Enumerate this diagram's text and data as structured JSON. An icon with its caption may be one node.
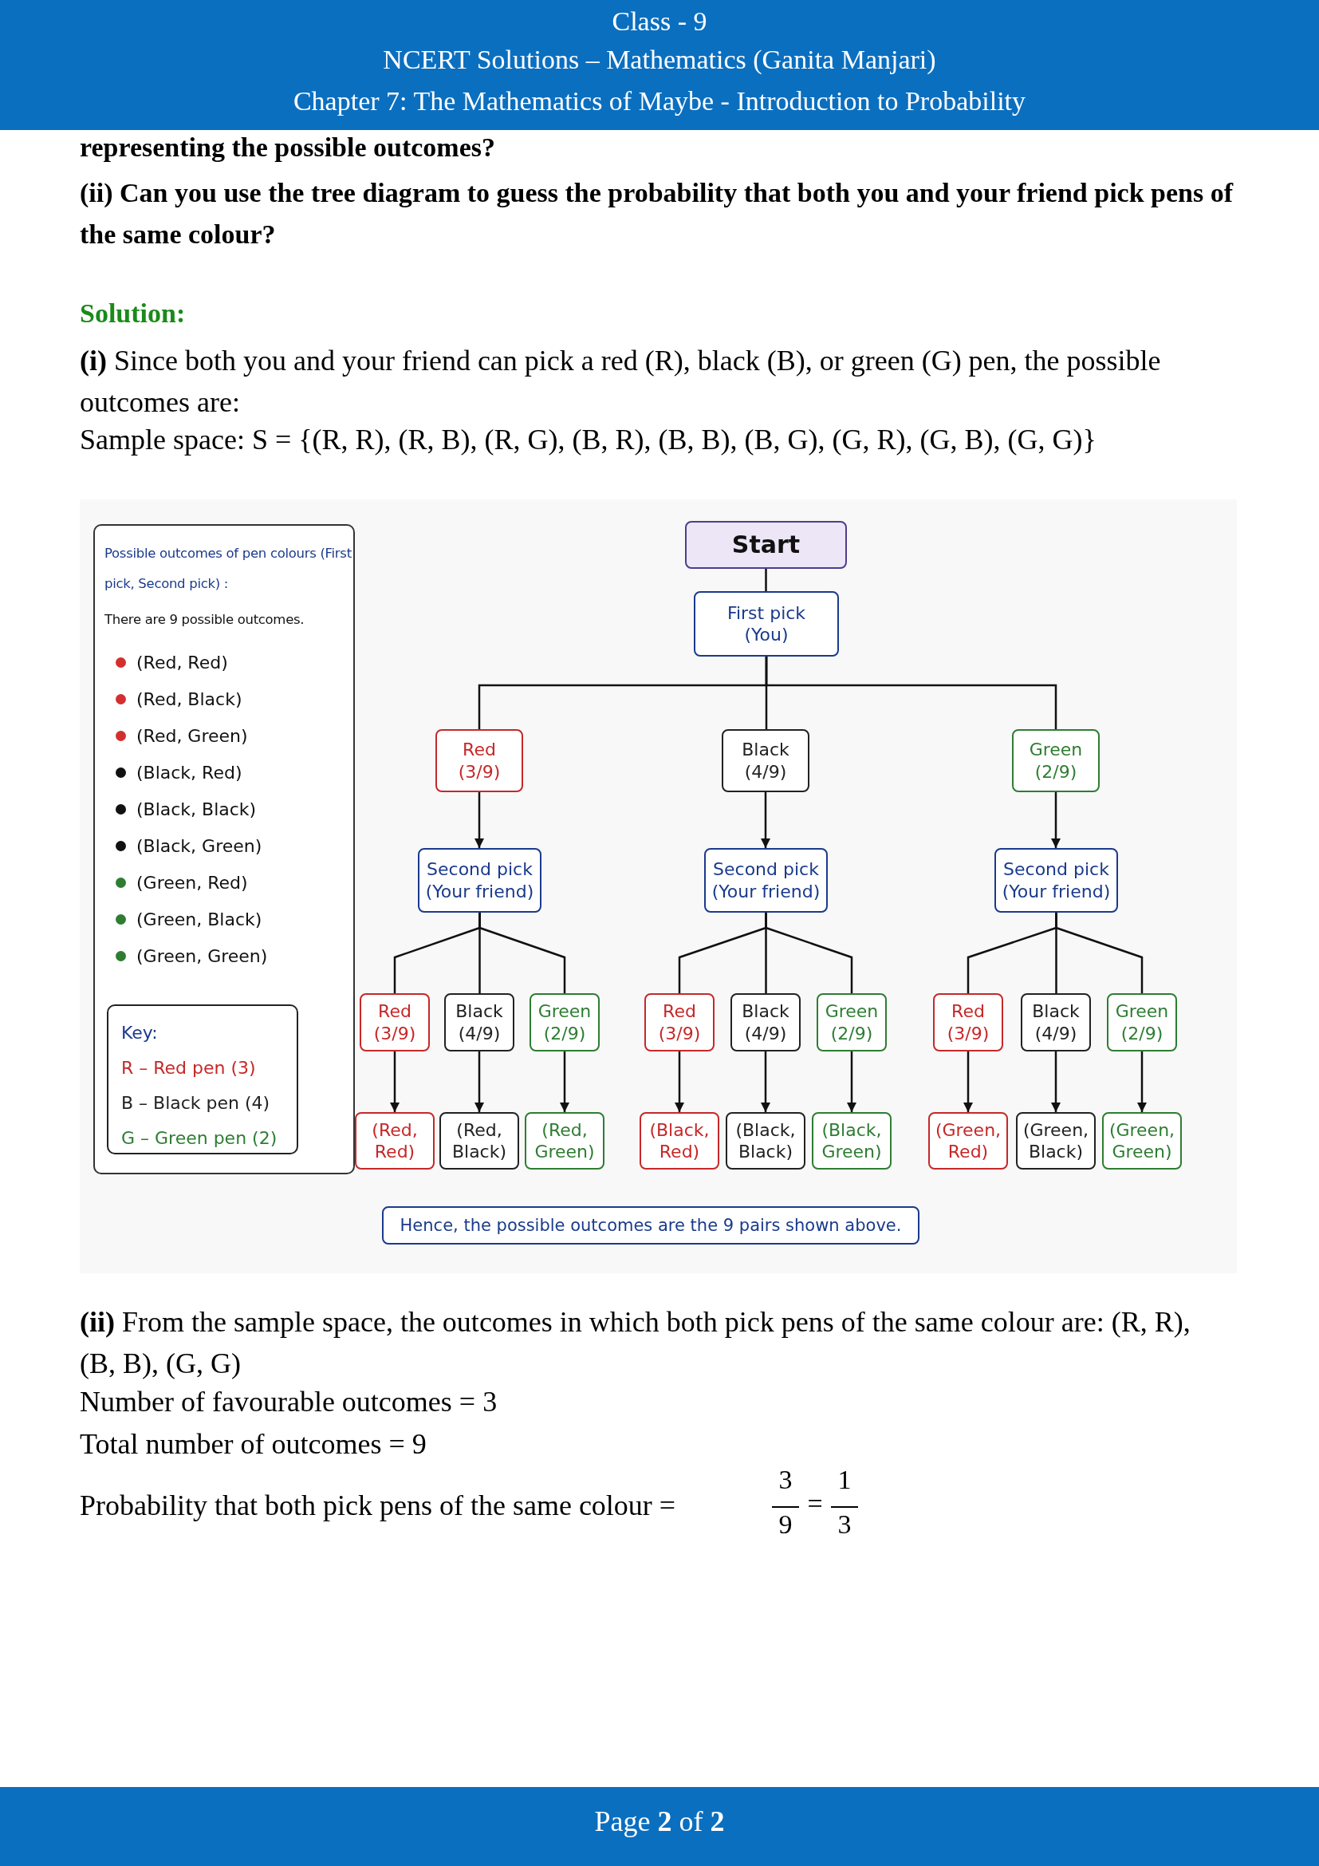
{
  "diagram": {
    "nodes": [
      {
        "text": [
          "Possible outcomes of pen colours (First pick, Second pick) :",
          "There are 9 possible outcomes."
        ]
      },
      {
        "text": [
          "Key:",
          "R – Red pen (3)",
          "B – Black pen (4)",
          "G – Green pen (2)"
        ],
        "in": 0
      },
      {
        "text": [
          "Start"
        ]
      },
      {
        "text": [
          "First pick",
          "(You)"
        ]
      },
      {
        "text": [
          "Red",
          "(3/9)"
        ]
      },
      {
        "text": [
          "Black",
          "(4/9)"
        ]
      },
      {
        "text": [
          "Green",
          "(2/9)"
        ]
      },
      {
        "text": [
          "Second pick",
          "(Your friend)"
        ]
      },
      {
        "text": [
          "Second pick",
          "(Your friend)"
        ]
      },
      {
        "text": [
          "Second pick",
          "(Your friend)"
        ]
      },
      {
        "text": [
          "Red",
          "(3/9)"
        ]
      },
      {
        "text": [
          "Black",
          "(4/9)"
        ]
      },
      {
        "text": [
          "Green",
          "(2/9)"
        ]
      },
      {
        "text": [
          "Red",
          "(3/9)"
        ]
      },
      {
        "text": [
          "Black",
          "(4/9)"
        ]
      },
      {
        "text": [
          "Green",
          "(2/9)"
        ]
      },
      {
        "text": [
          "Red",
          "(3/9)"
        ]
      },
      {
        "text": [
          "Black",
          "(4/9)"
        ]
      },
      {
        "text": [
          "Green",
          "(2/9)"
        ]
      },
      {
        "text": [
          "(Red, Red)"
        ]
      },
      {
        "text": [
          "(Red, Black)"
        ]
      },
      {
        "text": [
          "(Red, Green)"
        ]
      },
      {
        "text": [
          "(Black, Red)"
        ]
      },
      {
        "text": [
          "(Black, Black)"
        ]
      },
      {
        "text": [
          "(Black, Green)"
        ]
      },
      {
        "text": [
          "(Green, Red)"
        ]
      },
      {
        "text": [
          "(Green, Black)"
        ]
      },
      {
        "text": [
          "(Green, Green)"
        ]
      },
      {
        "text": [
          "Hence, the possible outcomes are the 9 pairs shown above."
        ]
      }
    ],
    "edges": [
      {
        "from": 2,
        "to": 3,
        "arrow": "none"
      },
      {
        "from": 3,
        "to": 4,
        "arrow": "none"
      },
      {
        "from": 3,
        "to": 5,
        "arrow": "none"
      },
      {
        "from": 3,
        "to": 6,
        "arrow": "none"
      },
      {
        "from": 4,
        "to": 7,
        "arrow": "to"
      },
      {
        "from": 5,
        "to": 8,
        "arrow": "to"
      },
      {
        "from": 6,
        "to": 9,
        "arrow": "to"
      },
      {
        "from": 7,
        "to": 10,
        "arrow": "none"
      },
      {
        "from": 7,
        "to": 11,
        "arrow": "none"
      },
      {
        "from": 7,
        "to": 12,
        "arrow": "none"
      },
      {
        "from": 8,
        "to": 13,
        "arrow": "none"
      },
      {
        "from": 8,
        "to": 14,
        "arrow": "none"
      },
      {
        "from": 8,
        "to": 15,
        "arrow": "none"
      },
      {
        "from": 9,
        "to": 16,
        "arrow": "none"
      },
      {
        "from": 9,
        "to": 17,
        "arrow": "none"
      },
      {
        "from": 9,
        "to": 18,
        "arrow": "none"
      },
      {
        "from": 10,
        "to": 19,
        "arrow": "to"
      },
      {
        "from": 11,
        "to": 20,
        "arrow": "to"
      },
      {
        "from": 12,
        "to": 21,
        "arrow": "to"
      },
      {
        "from": 13,
        "to": 22,
        "arrow": "to"
      },
      {
        "from": 14,
        "to": 23,
        "arrow": "to"
      },
      {
        "from": 15,
        "to": 24,
        "arrow": "to"
      },
      {
        "from": 16,
        "to": 25,
        "arrow": "to"
      },
      {
        "from": 17,
        "to": 26,
        "arrow": "to"
      },
      {
        "from": 18,
        "to": 27,
        "arrow": "to"
      }
    ],
    "labels": [
      "Class - 9",
      "NCERT Solutions – Mathematics (Ganita Manjari)",
      "Chapter 7: The Mathematics of Maybe - Introduction to Probability",
      "representing the possible outcomes?",
      "(ii) Can you use the tree diagram to guess the probability that both you and your friend pick pens of the same colour?",
      "Solution:",
      "**(i)** Since both you and your friend can pick a red (R), black (B), or green (G) pen, the possible outcomes are:",
      "Sample space: S = {(R, R), (R, B), (R, G), (B, R), (B, B), (B, G), (G, R), (G, B), (G, G)}",
      "**(ii)**  From the sample space, the outcomes in which both pick pens of the same colour are: (R, R), (B, B), (G, G)",
      "Number of favourable outcomes = 3",
      "Total number of outcomes = 9",
      "Probability that both pick pens of the same colour =",
      "3",
      "9",
      "=",
      "1",
      "3",
      "Page **2** of **2**"
    ],
    "legend": [
      {
        "text": "(Red, Red)",
        "color": "#d32f2f"
      },
      {
        "text": "(Red, Black)",
        "color": "#d32f2f"
      },
      {
        "text": "(Red, Green)",
        "color": "#d32f2f"
      },
      {
        "text": "(Black, Red)",
        "color": "#111111"
      },
      {
        "text": "(Black, Black)",
        "color": "#111111"
      },
      {
        "text": "(Black, Green)",
        "color": "#111111"
      },
      {
        "text": "(Green, Red)",
        "color": "#2e7d32"
      },
      {
        "text": "(Green, Black)",
        "color": "#2e7d32"
      },
      {
        "text": "(Green, Green)",
        "color": "#2e7d32"
      }
    ]
  }
}
